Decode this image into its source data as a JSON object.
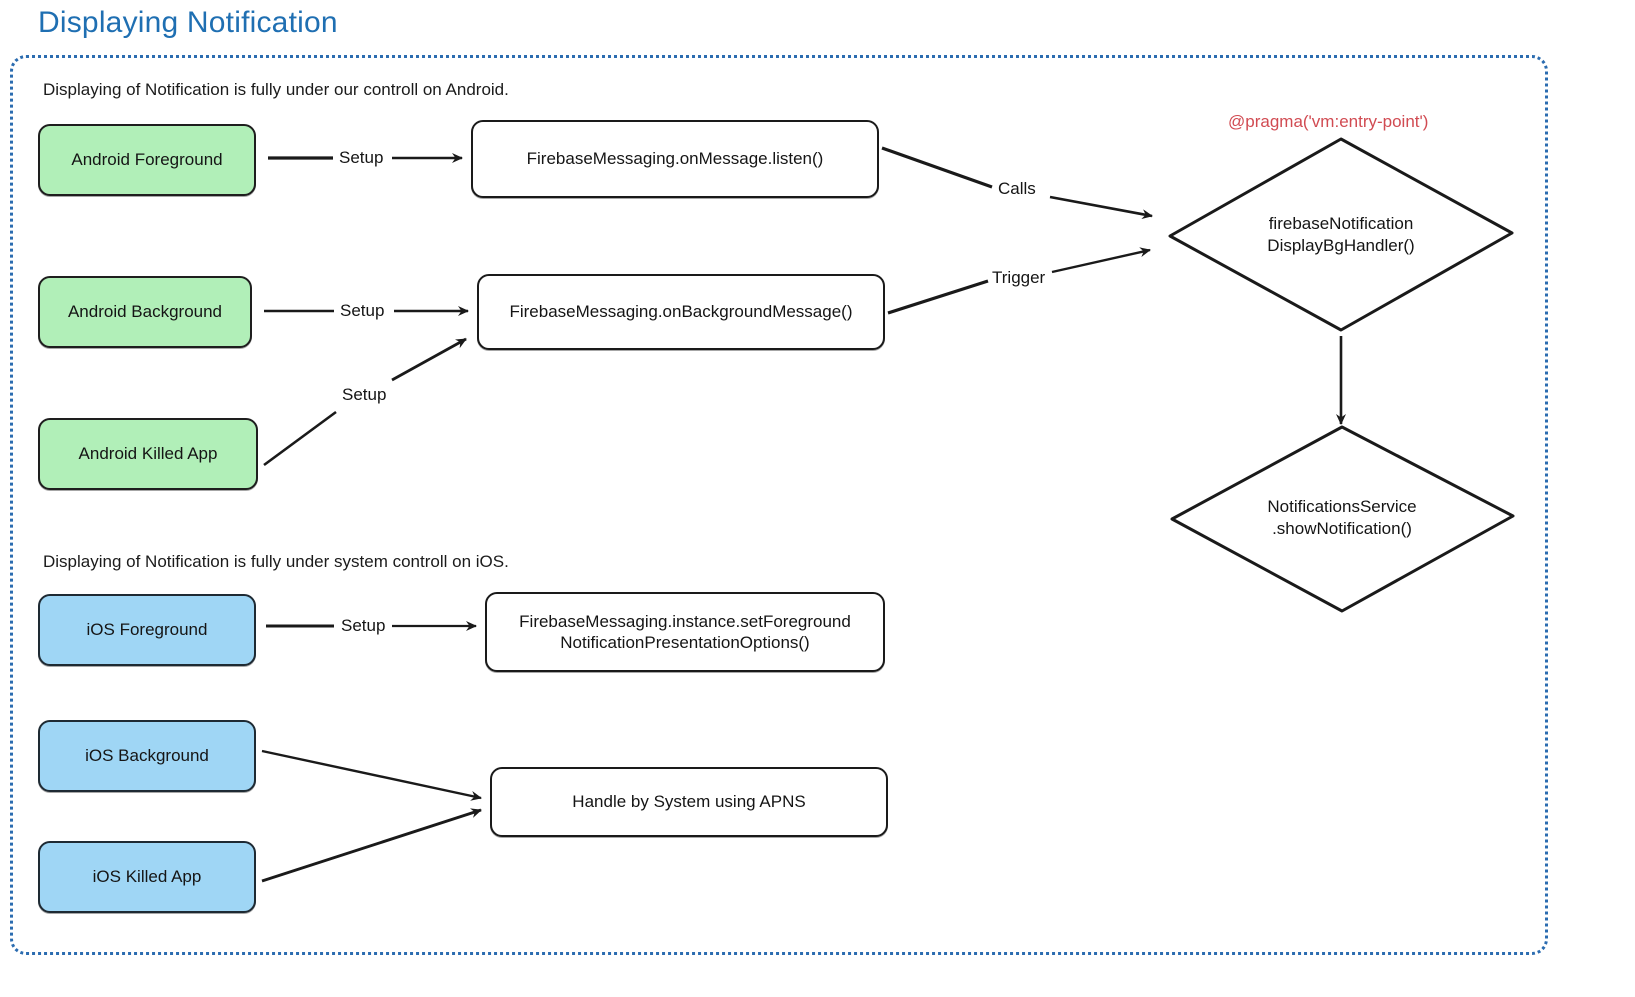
{
  "page": {
    "title": "Displaying Notification",
    "title_color": "#1f6fb2",
    "frame_border_color": "#2b6cb0"
  },
  "notes": {
    "android": "Displaying of Notification is fully under our controll on Android.",
    "ios": "Displaying of Notification is fully under system controll on iOS."
  },
  "colors": {
    "android_node_fill": "#b1efb8",
    "ios_node_fill": "#9fd6f5",
    "plain_node_fill": "#ffffff",
    "stroke": "#1a1a1a",
    "pragma_text": "#d14b52"
  },
  "nodes": {
    "android_foreground": "Android Foreground",
    "android_background": "Android Background",
    "android_killed": "Android Killed App",
    "onmessage_listen": "FirebaseMessaging.onMessage.listen()",
    "onbackgroundmessage": "FirebaseMessaging.onBackgroundMessage()",
    "ios_foreground": "iOS Foreground",
    "ios_background": "iOS Background",
    "ios_killed": "iOS Killed App",
    "set_foreground_options": "FirebaseMessaging.instance.setForeground\nNotificationPresentationOptions()",
    "apns": "Handle by System using APNS",
    "bg_handler": "firebaseNotification\nDisplayBgHandler()",
    "show_notification": "NotificationsService\n.showNotification()"
  },
  "annotations": {
    "pragma": "@pragma('vm:entry-point')"
  },
  "edges": {
    "setup_1": "Setup",
    "setup_2": "Setup",
    "setup_3": "Setup",
    "setup_4": "Setup",
    "calls": "Calls",
    "trigger": "Trigger"
  },
  "graph": {
    "type": "flowchart",
    "connections": [
      {
        "from": "android_foreground",
        "to": "onmessage_listen",
        "label": "Setup"
      },
      {
        "from": "android_background",
        "to": "onbackgroundmessage",
        "label": "Setup"
      },
      {
        "from": "android_killed",
        "to": "onbackgroundmessage",
        "label": "Setup"
      },
      {
        "from": "onmessage_listen",
        "to": "bg_handler",
        "label": "Calls"
      },
      {
        "from": "onbackgroundmessage",
        "to": "bg_handler",
        "label": "Trigger"
      },
      {
        "from": "bg_handler",
        "to": "show_notification",
        "label": ""
      },
      {
        "from": "ios_foreground",
        "to": "set_foreground_options",
        "label": "Setup"
      },
      {
        "from": "ios_background",
        "to": "apns",
        "label": ""
      },
      {
        "from": "ios_killed",
        "to": "apns",
        "label": ""
      }
    ]
  }
}
